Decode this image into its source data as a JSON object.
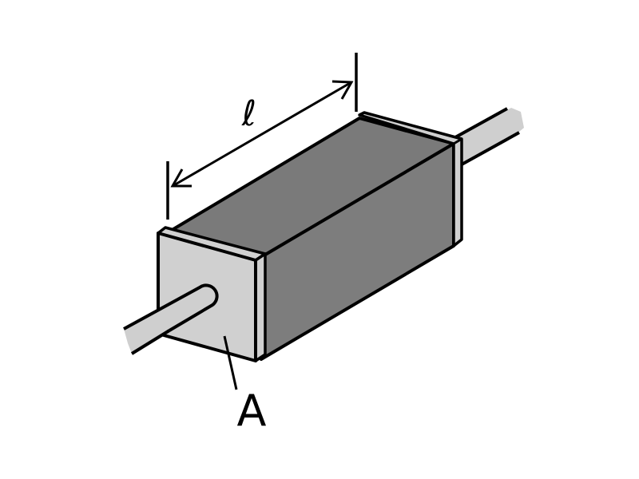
{
  "diagram": {
    "title": "Resistor block with length and cross-sectional area",
    "labels": {
      "length": "ℓ",
      "area": "A"
    },
    "colors": {
      "body_dark": "#7a7a7a",
      "face_light": "#d0d0d0",
      "wire": "#cfcfcf",
      "stroke": "#000000",
      "background": "#ffffff"
    },
    "components": [
      {
        "name": "resistive-body",
        "description": "rectangular prism"
      },
      {
        "name": "end-cap-front",
        "description": "light end face, cross-section A"
      },
      {
        "name": "end-cap-back",
        "description": "light end strip"
      },
      {
        "name": "wire-left",
        "description": "lead wire entering front face"
      },
      {
        "name": "wire-right",
        "description": "lead wire leaving back end"
      },
      {
        "name": "length-dimension",
        "description": "double-headed arrow marking length ℓ"
      }
    ]
  }
}
